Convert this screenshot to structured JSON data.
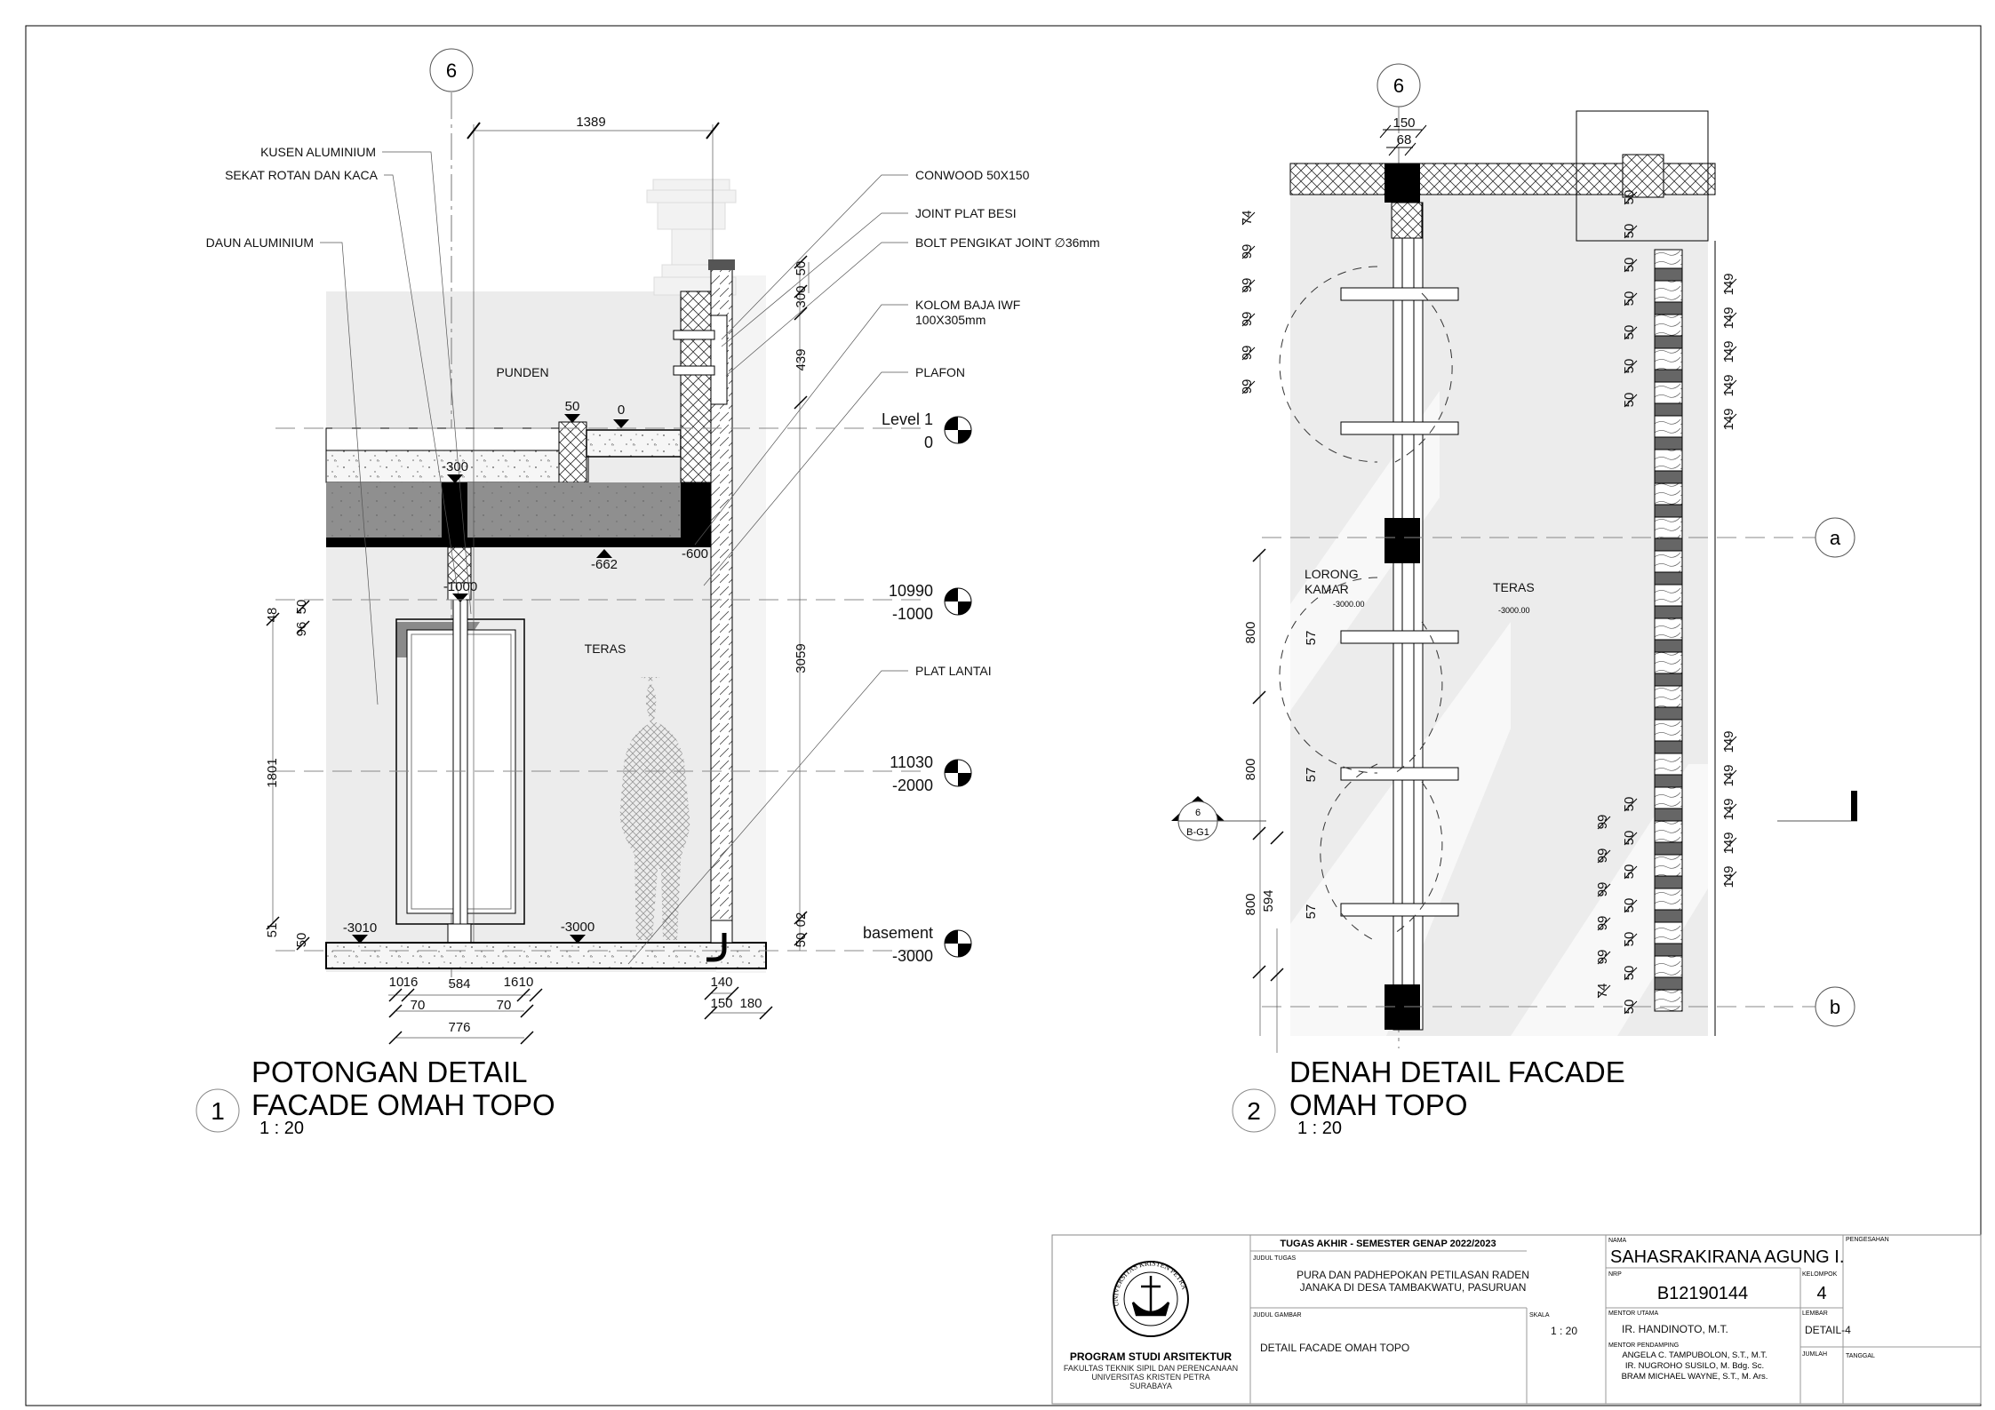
{
  "section": {
    "grid_bubble": "6",
    "dim_top": "1389",
    "callouts_left": [
      "KUSEN ALUMINIUM",
      "SEKAT ROTAN DAN KACA",
      "DAUN ALUMINIUM"
    ],
    "callouts_right": [
      "CONWOOD 50X150",
      "JOINT PLAT BESI",
      "BOLT PENGIKAT JOINT ∅36mm",
      "KOLOM BAJA IWF",
      "100X305mm",
      "PLAFON",
      "PLAT LANTAI"
    ],
    "rooms": [
      "PUNDEN",
      "TERAS"
    ],
    "spot_elevations": [
      "50",
      "0",
      "-300",
      "-662",
      "-600",
      "-1000",
      "-3010",
      "-3000"
    ],
    "levels": [
      {
        "name": "Level 1",
        "elev": "0"
      },
      {
        "name": "10990",
        "elev": "-1000"
      },
      {
        "name": "11030",
        "elev": "-2000"
      },
      {
        "name": "basement",
        "elev": "-3000"
      }
    ],
    "dims_right": [
      "50",
      "300",
      "439",
      "3059",
      "50",
      "02"
    ],
    "dims_left": [
      "48",
      "50",
      "96",
      "1801",
      "51",
      "50"
    ],
    "dims_bottom": [
      "10",
      "16",
      "584",
      "16",
      "10",
      "70",
      "70",
      "776",
      "140",
      "150",
      "180"
    ],
    "title": [
      "POTONGAN DETAIL",
      "FACADE OMAH TOPO"
    ],
    "number": "1",
    "scale": "1 : 20"
  },
  "plan": {
    "grid_bubble": "6",
    "dims_top": [
      "150",
      "68"
    ],
    "rooms": [
      {
        "name": [
          "LORONG",
          "KAMAR"
        ],
        "elev": "-3000.00"
      },
      {
        "name": [
          "TERAS"
        ],
        "elev": "-3000.00"
      }
    ],
    "dims_800": [
      "800",
      "800",
      "800"
    ],
    "dim_594": "594",
    "dims_57": [
      "57",
      "57",
      "57"
    ],
    "slat_dims_top_a": [
      "74",
      "99",
      "99",
      "99",
      "99",
      "99"
    ],
    "slat_dims_top_b": [
      "50",
      "50",
      "50",
      "50",
      "50",
      "50",
      "50"
    ],
    "slat_dims_149_top": [
      "149",
      "149",
      "149",
      "149",
      "149"
    ],
    "slat_dims_149_bottom": [
      "149",
      "149",
      "149",
      "149",
      "149"
    ],
    "slat_dims_bottom_a": [
      "99",
      "99",
      "99",
      "99",
      "99",
      "74"
    ],
    "slat_dims_bottom_b": [
      "50",
      "50",
      "50",
      "50",
      "50",
      "50",
      "50"
    ],
    "grid_a": "a",
    "grid_b": "b",
    "section_marker": {
      "number": "6",
      "sheet": "B-G1"
    },
    "title": [
      "DENAH DETAIL FACADE",
      "OMAH TOPO"
    ],
    "number": "2",
    "scale": "1 : 20"
  },
  "title_block": {
    "logo_text": "UNIVERSITAS KRISTEN PETRA",
    "program": "PROGRAM STUDI ARSITEKTUR",
    "faculty": "FAKULTAS TEKNIK SIPIL DAN PERENCANAAN",
    "university": "UNIVERSITAS KRISTEN PETRA",
    "city": "SURABAYA",
    "header": "TUGAS AKHIR - SEMESTER GENAP 2022/2023",
    "judul_tugas_label": "JUDUL TUGAS",
    "judul_tugas": [
      "PURA DAN PADHEPOKAN PETILASAN RADEN",
      "JANAKA DI DESA TAMBAKWATU, PASURUAN"
    ],
    "judul_gambar_label": "JUDUL GAMBAR",
    "judul_gambar": "DETAIL FACADE OMAH TOPO",
    "skala_label": "SKALA",
    "skala": "1 : 20",
    "nama_label": "NAMA",
    "nama": "SAHASRAKIRANA AGUNG I.",
    "nrp_label": "NRP",
    "nrp": "B12190144",
    "kelompok_label": "KELOMPOK",
    "kelompok": "4",
    "mentor_utama_label": "MENTOR UTAMA",
    "mentor_utama": "IR. HANDINOTO, M.T.",
    "mentor_pendamping_label": "MENTOR PENDAMPING",
    "mentor_pendamping": [
      "ANGELA C. TAMPUBOLON, S.T., M.T.",
      "IR. NUGROHO SUSILO, M. Bdg. Sc.",
      "BRAM MICHAEL WAYNE, S.T., M. Ars."
    ],
    "lembar_label": "LEMBAR",
    "lembar": "DETAIL-4",
    "jumlah_label": "JUMLAH",
    "pengesahan_label": "PENGESAHAN",
    "tanggal_label": "TANGGAL"
  }
}
